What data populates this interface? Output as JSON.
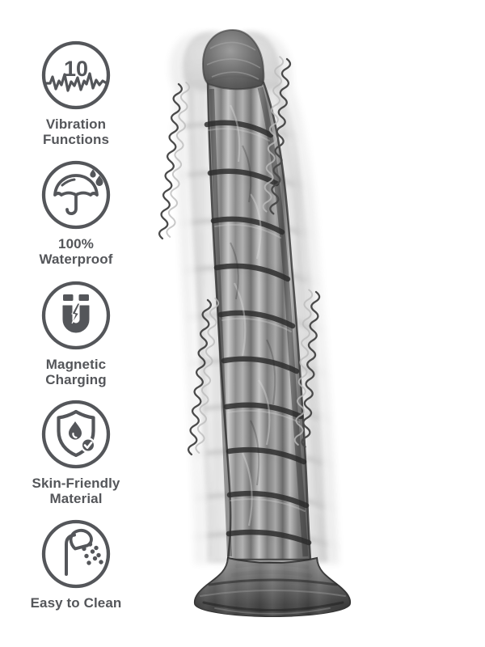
{
  "features": [
    {
      "icon": "vibration-waveform-icon",
      "badge": "10",
      "lines": [
        "Vibration",
        "Functions"
      ]
    },
    {
      "icon": "umbrella-rain-icon",
      "lines": [
        "100%",
        "Waterproof"
      ]
    },
    {
      "icon": "magnet-lightning-icon",
      "lines": [
        "Magnetic",
        "Charging"
      ]
    },
    {
      "icon": "shield-droplet-check-icon",
      "lines": [
        "Skin-Friendly",
        "Material"
      ]
    },
    {
      "icon": "shower-head-icon",
      "lines": [
        "Easy to Clean"
      ]
    }
  ],
  "colors": {
    "accent_gray": "#54565a",
    "product_smoke": "#4a4a4a",
    "background": "#ffffff"
  }
}
